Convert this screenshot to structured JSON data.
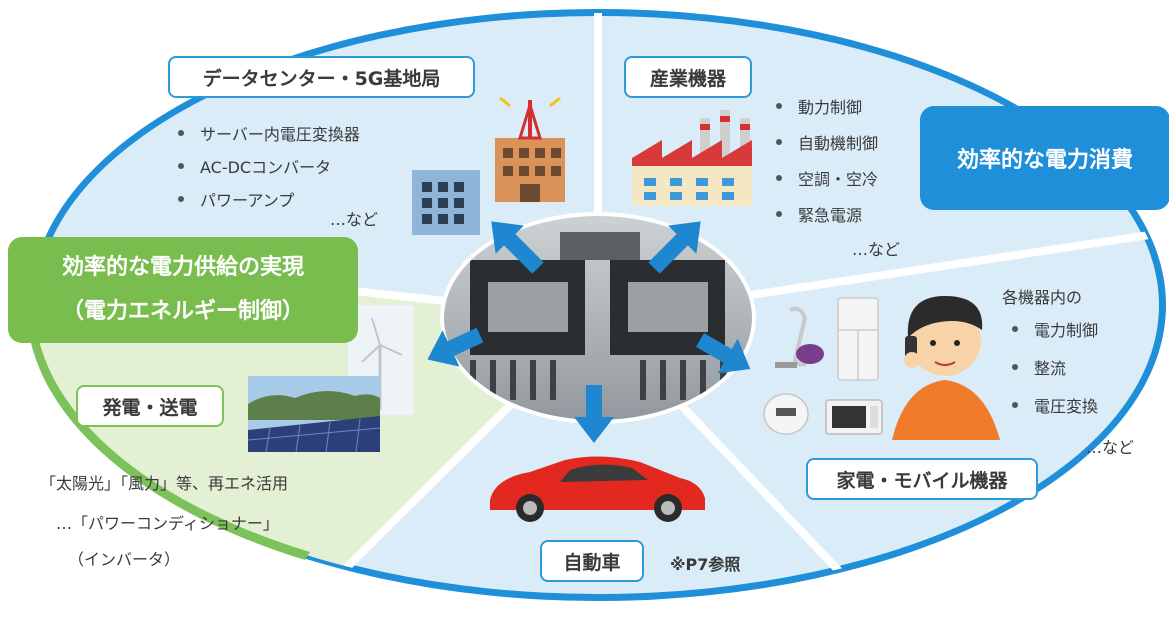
{
  "title_callouts": {
    "consumption": "効率的な電力消費",
    "supply_line1": "効率的な電力供給の実現",
    "supply_line2": "（電力エネルギー制御）"
  },
  "segments": {
    "datacenter": {
      "title": "データセンター・5G基地局",
      "items": [
        "サーバー内電圧変換器",
        "AC-DCコンバータ",
        "パワーアンプ"
      ],
      "etc": "…など"
    },
    "industrial": {
      "title": "産業機器",
      "items": [
        "動力制御",
        "自動機制御",
        "空調・空冷",
        "緊急電源"
      ],
      "etc": "…など"
    },
    "home": {
      "title": "家電・モバイル機器",
      "intro": "各機器内の",
      "items": [
        "電力制御",
        "整流",
        "電圧変換"
      ],
      "etc": "…など"
    },
    "automotive": {
      "title": "自動車",
      "note": "※P7参照"
    },
    "power": {
      "title": "発電・送電",
      "lines": [
        "「太陽光」「風力」等、再エネ活用",
        "…「パワーコンディショナー」",
        "（インバータ）"
      ]
    }
  },
  "colors": {
    "ring_blue": "#1e8fd8",
    "ring_green": "#7dc15a",
    "segment_fill": "#d9ecf8",
    "green_fill": "#e4f0d4",
    "arrow": "#1e87cf"
  },
  "icons": {
    "office_building": "office-building-icon",
    "base_station": "base-station-icon",
    "factory": "factory-icon",
    "vacuum": "vacuum-cleaner-icon",
    "fridge": "refrigerator-icon",
    "rice_cooker": "rice-cooker-icon",
    "microwave": "microwave-icon",
    "person_phone": "person-on-phone-icon",
    "car": "sports-car-icon",
    "wind_turbine": "wind-turbine-icon",
    "solar": "solar-panels-photo",
    "chip": "power-module-photo"
  }
}
